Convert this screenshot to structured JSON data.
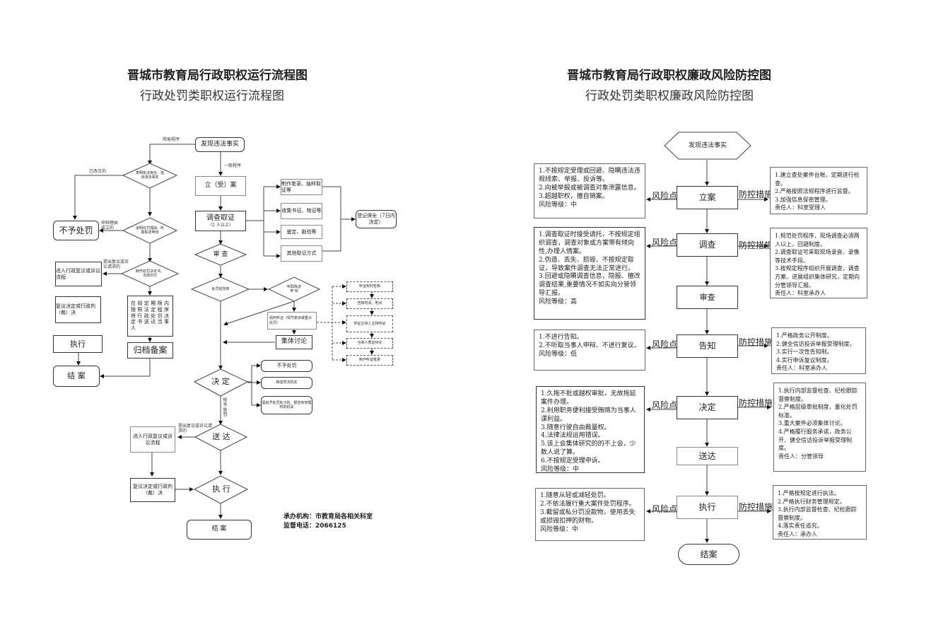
{
  "left": {
    "title": "晋城市教育局行政职权运行流程图",
    "subtitle": "行政处罚类职权运行流程图",
    "nodes": {
      "discover": "发现违法事实",
      "register": "立（受）案",
      "investigate_line1": "调查取证",
      "investigate_line2": "（2 人以上）",
      "review": "审  查",
      "notice_before": "处罚前告知",
      "hear_defense": "听取陈述\n申  辩",
      "hearing": "组织听证（情节复杂或重大处罚）",
      "collective": "集体讨论",
      "decide": "决  定",
      "deliver": "送  达",
      "execute": "执  行",
      "close": "结  案",
      "preserve": "登记保全（7日内决定）",
      "simple_d1": "表明执法身份、指出违法事实",
      "simple_d2": "说明处罚理由、听取陈述申辩",
      "simple_d3": "制作处罚决定书、当场交付",
      "no_penalty_simple": "不予处罚",
      "admin_review_simple": "进入行政复议或诉讼流程",
      "review_judgment_simple": "复议决定或行政判（裁）决",
      "execute_simple": "执行",
      "close_simple": "结  案",
      "deliver_in_time": "在规定期限内按照法定程序将行政处罚决定书送达当事人",
      "archive": "归档备案",
      "admin_review_general": "进入行政复议或诉讼流程",
      "review_judgment_general": "复议决定或行政判（裁）决"
    },
    "evidence_methods": [
      "制作笔录、抽样取证等",
      "收集书证、物证等",
      "鉴定、勘验等",
      "其他取证方式"
    ],
    "hearing_steps": [
      "听证权利告知",
      "告知时间、地点",
      "听证主持人主持听证",
      "当事人质证辩论",
      "制作听证笔录"
    ],
    "decision_outcomes": [
      "不予处罚",
      "移送司法机关",
      "需给予处罚处分的，报告有管理权的机关"
    ],
    "edge_labels": {
      "simple_procedure": "简易程序",
      "general_procedure": "一般程序",
      "corrected": "已改正的",
      "defense_valid": "申辩理由成立的",
      "apply_review_1": "提出复议或诉讼请求的",
      "apply_review_2": "提出复议或诉讼请求的",
      "give_penalty": "给予处罚"
    },
    "contact": {
      "org": "承办机构：市教育局各相关科室",
      "phone": "监督电话：2066125"
    }
  },
  "right": {
    "title": "晋城市教育局行政职权廉政风险防控图",
    "subtitle": "行政处罚类职权廉政风险防控图",
    "start": "发现违法事实",
    "end": "结案",
    "risk_label": "风险点",
    "measure_label": "防控措施",
    "steps": [
      {
        "name": "立案",
        "risks": [
          "1.不按规定受理或回避、隐瞒违法违规线索、举报、投诉等。",
          "2.向被举报或被调查对象泄露信息。",
          "3.超越职权，擅自销案。",
          "风险等级：中"
        ],
        "measures": [
          "1.建立查处案件台帐，定期进行检查。",
          "2.严格按照法规程序进行监督。",
          "3.加强信息保密管理。",
          "责任人：科室受理人"
        ]
      },
      {
        "name": "调查",
        "risks": [
          "1.调查取证时接受请托，不按规定组织调查，调查对象或方案带有倾向性,办理人情案。",
          "2.伪造、丢失、损毁、不按规定取证，导致案件调查无法正常进行。",
          "3.回避或隐瞒调查信息，隐报、擅改调查结果,重要情况不如实向分管领导汇报。",
          "风险等级：高"
        ],
        "measures": [
          "1.规范处罚程序，现场调查必须两人以上，回避制度。",
          "2.调查取证可采取现场录音、录像等技术手段。",
          "3.按规定程序组织开展调查，调查方案、进展组织集体研究，定期向分管领导汇报。",
          "责任人：科室承办人"
        ]
      },
      {
        "name": "审查"
      },
      {
        "name": "告知",
        "risks": [
          "1.不进行告知。",
          "2.不听取当事人申辩、不进行复议。",
          "风险等级：低"
        ],
        "measures": [
          "1.严格政务公开制度。",
          "2.健全信访投诉举报受理制度。",
          "3.实行一次性告知制。",
          "4.实行申诉复议制度。",
          "责任人：科室承办人"
        ]
      },
      {
        "name": "决定",
        "risks": [
          "1.久拖不批或越权审批，无故拖延案件办理。",
          "2.利用职务便利接受贿赂为当事人谋利益。",
          "3.随意行驶自由裁量权。",
          "4.法律法规运用错误。",
          "5.该上会集体研究的的不上会，少数人说了算。",
          "6.不按规定受理申诉。",
          "风险等级：中"
        ],
        "measures": [
          "1.执行内部监督检查、纪检跟踪督察制度。",
          "2.严格层级审批制度，量化处罚标准。",
          "3.重大案件必须集体讨论。",
          "4.严格履行服务承诺，政务公开、健全信访投诉举报受理制度。",
          "责任人：分管领导"
        ]
      },
      {
        "name": "送达"
      },
      {
        "name": "执行",
        "risks": [
          "1.随意从轻或减轻处罚。",
          "2.不依法履行重大案件处罚程序。",
          "3.截留或私分罚没款物，使用丢失或损毁扣押的财物。",
          "风险等级：中"
        ],
        "measures": [
          "1.严格按规定进行执法。",
          "2.严格执行财务管理规定。",
          "3.执行内部监督检查、纪检跟踪督察制度。",
          "4.落实责任追究。",
          "责任人：承办人"
        ]
      }
    ]
  }
}
